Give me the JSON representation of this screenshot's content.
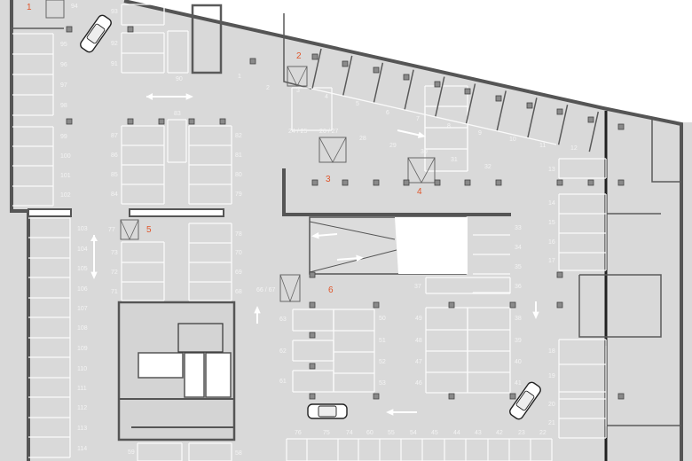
{
  "plan": {
    "zones": [
      "1",
      "2",
      "3",
      "4",
      "5",
      "6"
    ],
    "spots": [
      "94",
      "95",
      "96",
      "97",
      "98",
      "99",
      "100",
      "101",
      "102",
      "103",
      "104",
      "105",
      "106",
      "107",
      "108",
      "109",
      "110",
      "111",
      "112",
      "113",
      "114",
      "93",
      "92",
      "91",
      "90",
      "1",
      "2",
      "83",
      "87",
      "86",
      "85",
      "84",
      "82",
      "81",
      "80",
      "79",
      "77",
      "73",
      "72",
      "71",
      "78",
      "70",
      "69",
      "68",
      "66 / 67",
      "3",
      "4",
      "5",
      "6",
      "7",
      "8",
      "9",
      "10",
      "11",
      "12",
      "24 / 25",
      "26 / 27",
      "28",
      "29",
      "30",
      "31",
      "32",
      "13",
      "14",
      "15",
      "33",
      "16",
      "17",
      "34",
      "35",
      "36",
      "37",
      "63",
      "62",
      "61",
      "50",
      "51",
      "52",
      "53",
      "49",
      "48",
      "47",
      "46",
      "38",
      "39",
      "40",
      "41",
      "18",
      "19",
      "20",
      "21",
      "76",
      "75",
      "74",
      "60",
      "55",
      "54",
      "45",
      "44",
      "43",
      "42",
      "23",
      "22",
      "59",
      "58"
    ],
    "colors": {
      "floor": "#d9d9d9",
      "wall": "#555555",
      "zone_label": "#e0562b",
      "spot_label": "#f4f4f4"
    },
    "icons": [
      "car-icon",
      "direction-arrow-icon",
      "stair-icon",
      "elevator-icon",
      "door-icon",
      "pillar-icon"
    ]
  }
}
